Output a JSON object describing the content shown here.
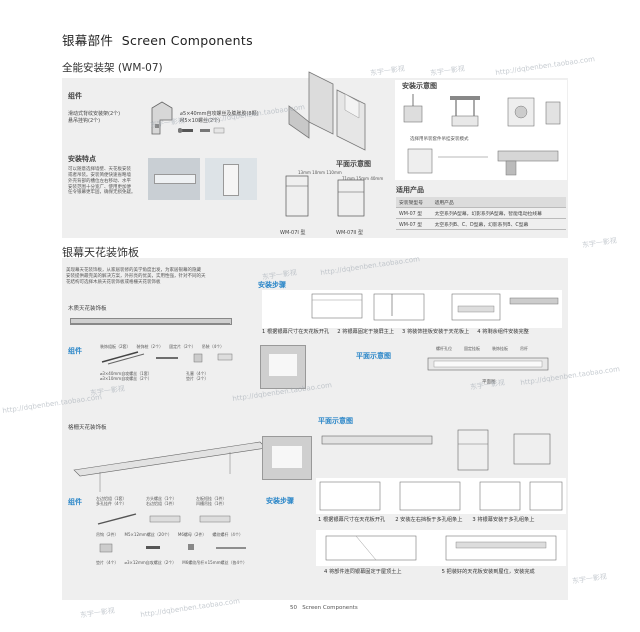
{
  "header": {
    "title": "银幕部件",
    "title_en": "Screen Components"
  },
  "product1": {
    "title": "全能安装架 (WM-07)",
    "components_label": "组件",
    "parts": [
      "滑动式背纹安装架(2个)",
      "悬吊挂钩(2个)"
    ],
    "screws": [
      "⌀5×40mm自攻螺丝及膨胀胶(8颗)",
      "M5×10螺丝(2个)"
    ],
    "features_label": "安装特点",
    "features_text": [
      "可以随意选择墙壁、天花板安装",
      "或者吊装。安装简便快速省略墙",
      "外壳背部的槽位左右移动、水平",
      "安装范围十分宽广、使用更加便",
      "任令银幕更牢固，确保无损免疑。"
    ],
    "install_diagram_label": "安装示意图",
    "install_option_text": "选择用吊装套件吊挂安装模式",
    "plan_label": "平面示意图",
    "dims_a": [
      "13mm",
      "10mm",
      "110mm"
    ],
    "dims_b": [
      "71mm",
      "15mm",
      "40mm"
    ],
    "model_a": "WM-07I 型",
    "model_b": "WM-07II 型",
    "applicable_label": "适用产品",
    "table": {
      "headers": [
        "安装架型号",
        "适用产品"
      ],
      "rows": [
        [
          "WM-07 型",
          "太空系列A型幕，幻影系列A型幕，智能电动拉线幕"
        ],
        [
          "WM-07 型",
          "太空系列B、C、D型幕，幻影系列B、C型幕"
        ]
      ]
    }
  },
  "product2": {
    "title": "银幕天花装饰板",
    "intro": [
      "美现幕天花装饰板，从家居装修的美学角度出发，为家居银幕的隐藏",
      "安装提供最完美的解决方案，外形亮的优美，实用性强，针对不同的天",
      "花结构可选择木质天花装饰板或格栅天花装饰板"
    ],
    "wood_label": "木质天花装饰板",
    "components_label": "组件",
    "wood_parts": [
      "装饰组板（2套）",
      "装饰桩（2个）",
      "固定片（2个）",
      "吊装（4个）"
    ],
    "wood_screws": [
      "⌀3×40mm自攻螺丝（1套）",
      "⌀3×10mm自攻螺丝（2个）",
      "孔塞（4个）",
      "垫片（2个）"
    ],
    "install_steps_label": "安装步骤",
    "wood_steps": [
      "1 根据银幕尺寸在天花板开孔",
      "2 将银幕固定于接屏主上",
      "3 将装饰挂板安装于天花板上",
      "4 将剩余组件安装完整"
    ],
    "plan_label": "平面示意图",
    "plan_callouts": [
      "螺杆孔位",
      "固定挂板",
      "装饰挂板",
      "吊杆"
    ],
    "plan_caption": "平面图",
    "grille_label": "格栅天花装饰板",
    "grille_plan_label": "平面示意图",
    "grille_parts_a": [
      "左边铝组（1套）",
      "多孔挂件（4个）"
    ],
    "grille_parts_b": [
      "方头螺丝（1个）",
      "右边铝组（1件）"
    ],
    "grille_parts_c": [
      "左板短挂（1件）",
      "凹槽吊挂（1件）"
    ],
    "grille_parts_d": [
      "吊钩（2件）",
      "M5×12mm螺丝（20个）",
      "M6螺母（2件）",
      "螺纹螺杆（4个）"
    ],
    "grille_parts_e": [
      "垫片（4个）",
      "⌀3×12mm自攻螺丝（2个）",
      "M6螺纹吊杆×15mm螺丝（各4个）"
    ],
    "grille_install_label": "安装步骤",
    "grille_steps": [
      "1 根据银幕尺寸在天花板开孔",
      "2 安装左右挡板于多孔组条上",
      "3 将银幕安装于多孔组条上",
      "4 将部件连同银幕固定于屋顶土上",
      "5 把装好的天花板安装到屋位，安装完成"
    ]
  },
  "watermarks": [
    "东宇一影视",
    "http://dqbenben.taobao.com"
  ],
  "footer": {
    "page": "50",
    "label": "Screen Components"
  },
  "colors": {
    "accent": "#2a86c8",
    "panel": "#efefef"
  }
}
